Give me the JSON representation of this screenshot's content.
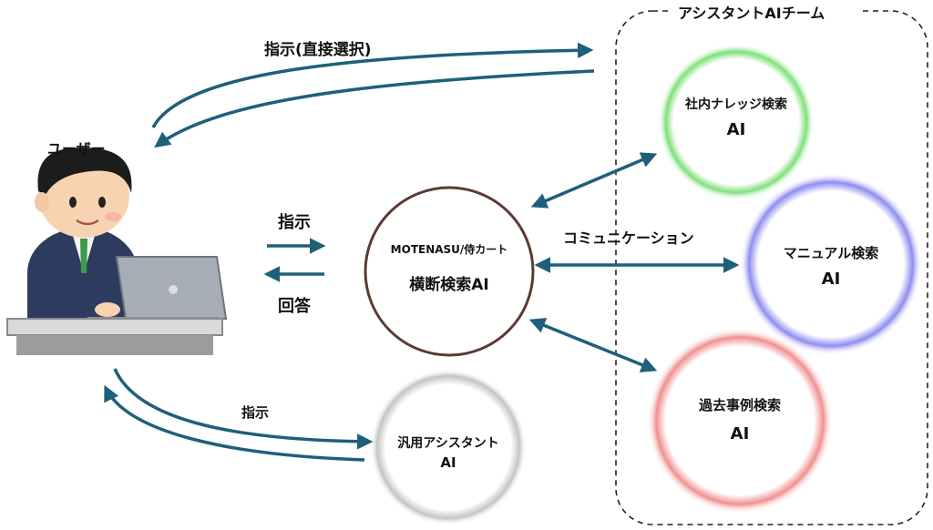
{
  "team": {
    "title": "アシスタントAIチーム"
  },
  "user": {
    "label": "ユーザー"
  },
  "labels": {
    "direct_instruction": "指示(直接選択)",
    "instruction": "指示",
    "answer": "回答",
    "communication": "コミュニケーション",
    "instruction_general": "指示"
  },
  "central": {
    "line1": "MOTENASU/侍カート",
    "line2": "横断検索AI"
  },
  "general": {
    "line1": "汎用アシスタント",
    "line2": "AI"
  },
  "assistants": [
    {
      "line1": "社内ナレッジ検索",
      "line2": "AI",
      "glow": "#7fe07a"
    },
    {
      "line1": "マニュアル検索",
      "line2": "AI",
      "glow": "#8d8df0"
    },
    {
      "line1": "過去事例検索",
      "line2": "AI",
      "glow": "#f09090"
    }
  ],
  "colors": {
    "arrow": "#1f5f7a",
    "central_ring": "#5a3b32",
    "general_glow": "#b8b8b8"
  }
}
